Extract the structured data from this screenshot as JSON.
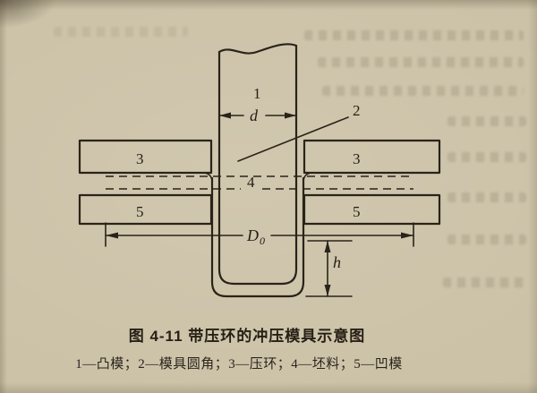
{
  "figure": {
    "caption": "图 4-11  带压环的冲压模具示意图",
    "legend": "1—凸模；2—模具圆角；3—压环；4—坯料；5—凹模"
  },
  "labels": {
    "part1": "1",
    "part2": "2",
    "part3": "3",
    "part4": "4",
    "part5": "5"
  },
  "dimensions": {
    "punch_diameter": "d",
    "blank_diameter_main": "D",
    "blank_diameter_sub": "0",
    "cup_height": "h"
  },
  "colors": {
    "paper": "#cbc1a6",
    "ink": "#2a2319"
  }
}
